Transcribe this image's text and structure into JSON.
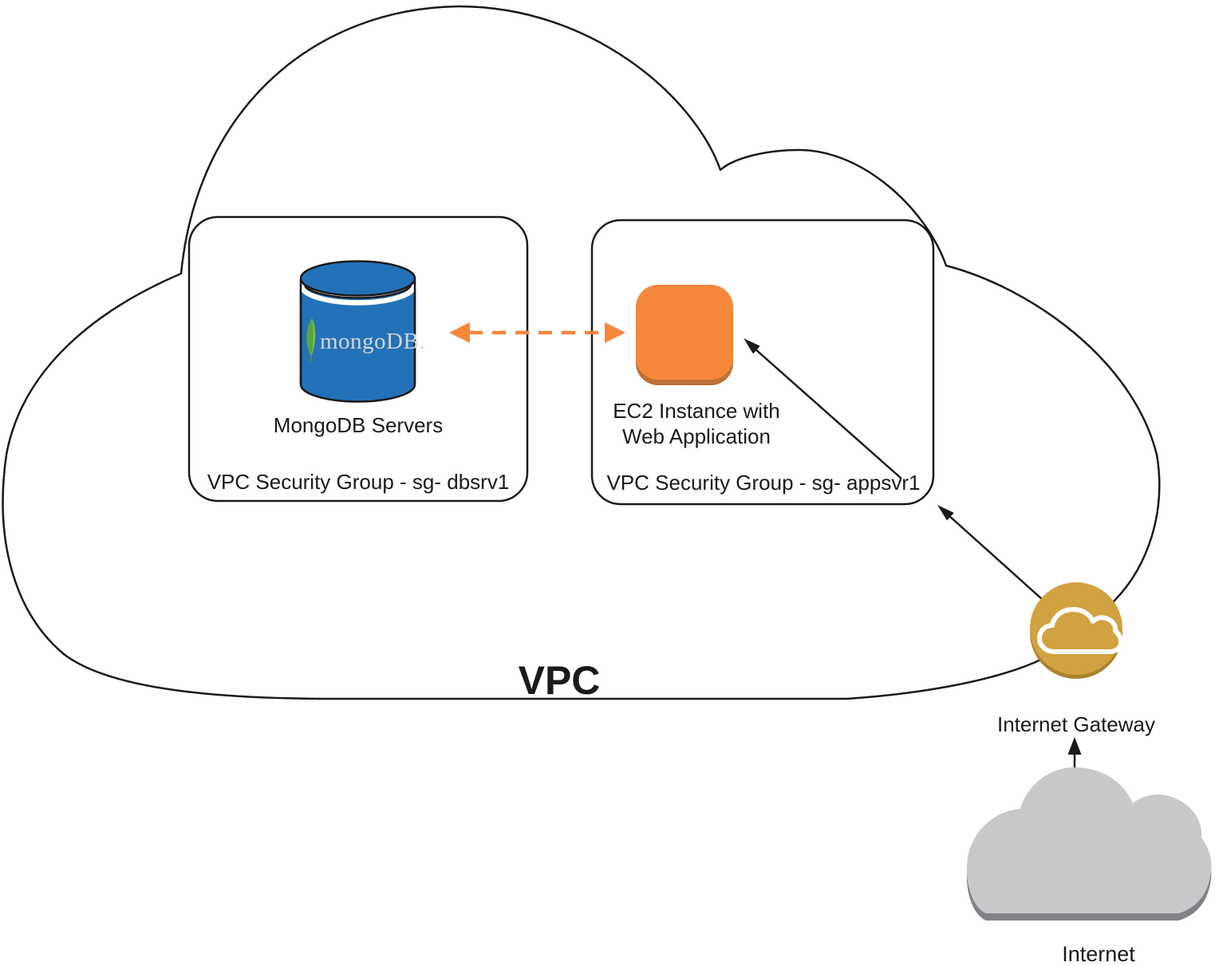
{
  "vpc": {
    "label": "VPC"
  },
  "db_security_group": {
    "icon": "mongodb-database-cylinder",
    "logo_text": "mongoDB.",
    "server_label": "MongoDB Servers",
    "group_label": "VPC Security Group - sg- dbsrv1"
  },
  "app_security_group": {
    "icon": "ec2-instance",
    "instance_label_line1": "EC2 Instance with",
    "instance_label_line2": "Web Application",
    "group_label": "VPC Security Group - sg- appsvr1"
  },
  "internet_gateway": {
    "icon": "internet-gateway-gold-circle-cloud",
    "label": "Internet Gateway"
  },
  "internet": {
    "icon": "internet-gray-cloud",
    "label": "Internet"
  },
  "connections": {
    "db_to_app": "orange-dashed-double-arrow",
    "gateway_to_instance": "black-arrow",
    "gateway_to_app_group": "black-arrow",
    "internet_to_gateway": "black-arrow-up"
  },
  "colors": {
    "mongo_blue": "#2372B8",
    "leaf_green": "#5AA53D",
    "logo_text_gray": "#D4D5D6",
    "ec2_orange": "#F5873B",
    "ec2_shadow": "#BC7136",
    "gateway_gold": "#D2A140",
    "gateway_shadow": "#A9812D",
    "internet_cloud_gray": "#C7C8CA",
    "internet_cloud_shadow": "#808285",
    "dashed_arrow_orange": "#F5873B",
    "line_black": "#1A1A1A"
  }
}
